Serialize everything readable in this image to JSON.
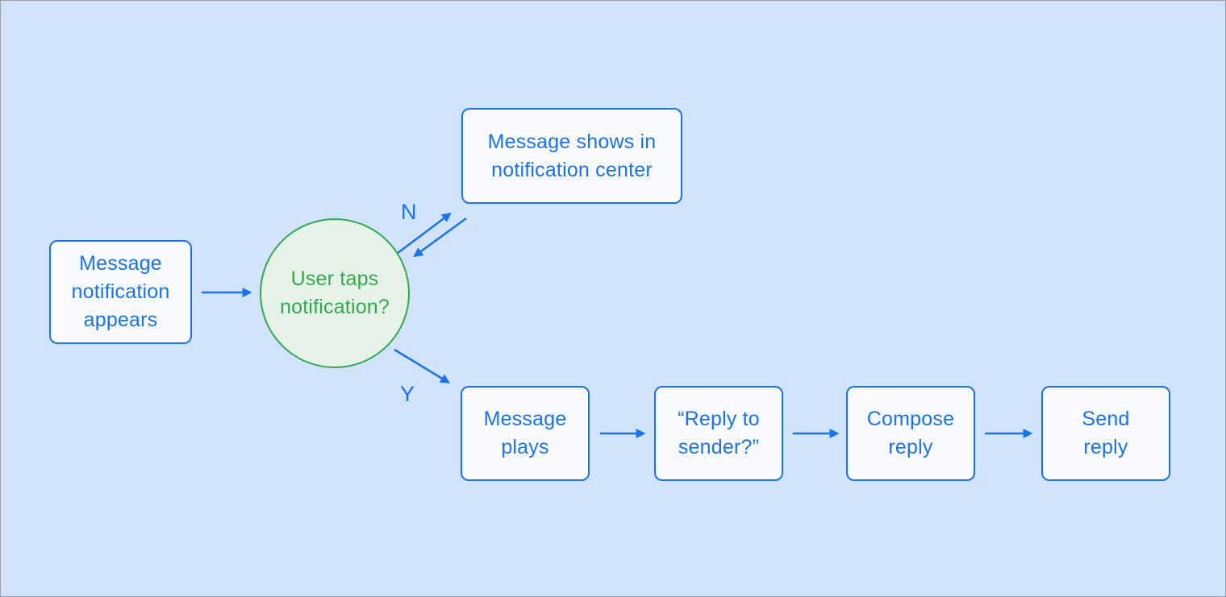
{
  "diagram": {
    "type": "flowchart",
    "nodes": {
      "start": {
        "label": "Message\nnotification\nappears",
        "shape": "rounded-rect"
      },
      "decision": {
        "label": "User taps\nnotification?",
        "shape": "circle"
      },
      "notif_center": {
        "label": "Message shows in\nnotification center",
        "shape": "rounded-rect"
      },
      "message_plays": {
        "label": "Message\nplays",
        "shape": "rounded-rect"
      },
      "reply_to_sender": {
        "label": "“Reply to\nsender?”",
        "shape": "rounded-rect"
      },
      "compose_reply": {
        "label": "Compose\nreply",
        "shape": "rounded-rect"
      },
      "send_reply": {
        "label": "Send\nreply",
        "shape": "rounded-rect"
      }
    },
    "edge_labels": {
      "no": "N",
      "yes": "Y"
    },
    "edges": [
      {
        "from": "start",
        "to": "decision"
      },
      {
        "from": "decision",
        "to": "notif_center",
        "label": "N"
      },
      {
        "from": "notif_center",
        "to": "decision"
      },
      {
        "from": "decision",
        "to": "message_plays",
        "label": "Y"
      },
      {
        "from": "message_plays",
        "to": "reply_to_sender"
      },
      {
        "from": "reply_to_sender",
        "to": "compose_reply"
      },
      {
        "from": "compose_reply",
        "to": "send_reply"
      }
    ],
    "colors": {
      "background": "#d2e3fc",
      "canvas_border": "#9aa0a6",
      "process_fill": "#f8fafd",
      "process_border": "#1a73e8",
      "process_text": "#1a73e8",
      "decision_fill": "#e7f2e9",
      "decision_border": "#34a853",
      "decision_text": "#34a853",
      "arrow": "#1a73e8"
    }
  }
}
